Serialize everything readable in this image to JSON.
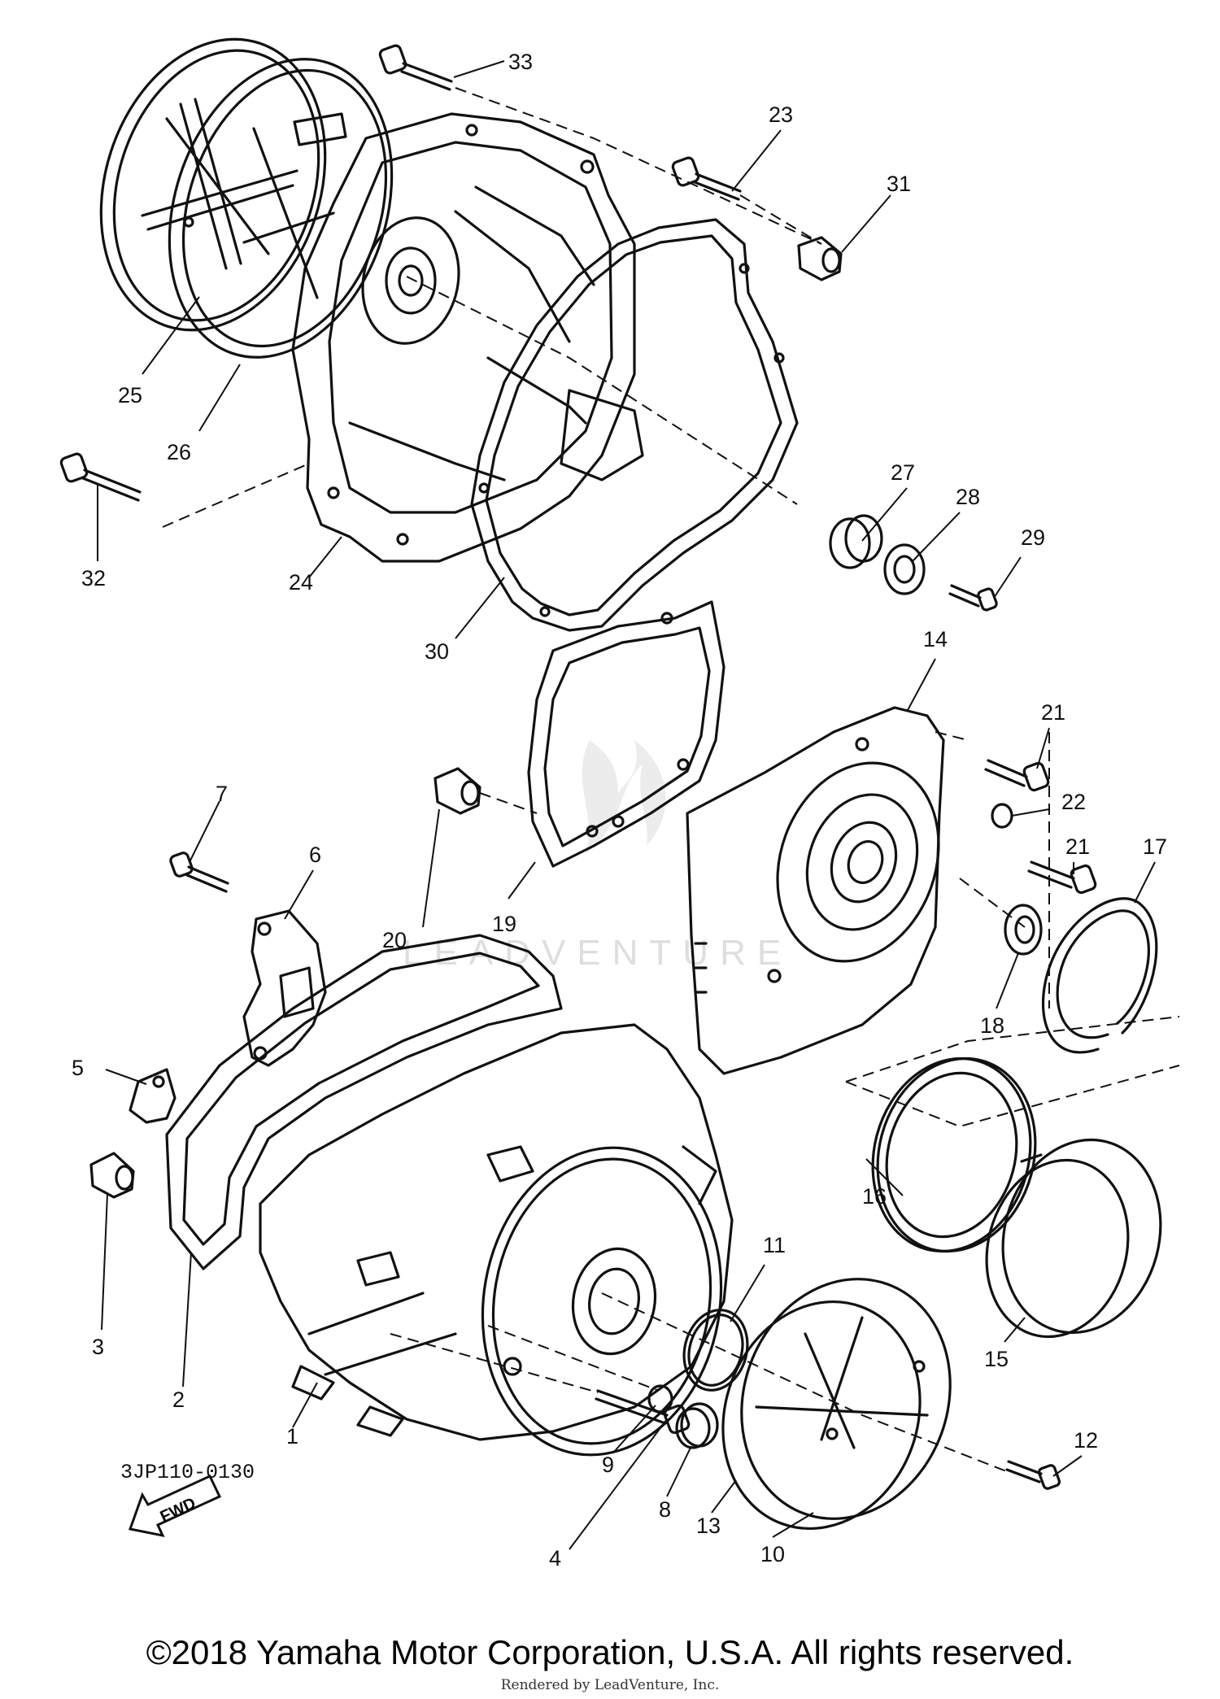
{
  "diagram": {
    "code": "3JP110-0130",
    "fwd_label": "FWD",
    "copyright": "©2018 Yamaha Motor Corporation, U.S.A. All rights reserved.",
    "rendered_by": "Rendered by LeadVenture, Inc.",
    "watermark_text": "LEADVENTURE"
  },
  "callouts": [
    "1",
    "2",
    "3",
    "4",
    "5",
    "6",
    "7",
    "8",
    "9",
    "10",
    "11",
    "12",
    "13",
    "14",
    "15",
    "16",
    "17",
    "18",
    "19",
    "20",
    "21",
    "21",
    "22",
    "23",
    "24",
    "25",
    "26",
    "27",
    "28",
    "29",
    "30",
    "31",
    "32",
    "33"
  ]
}
